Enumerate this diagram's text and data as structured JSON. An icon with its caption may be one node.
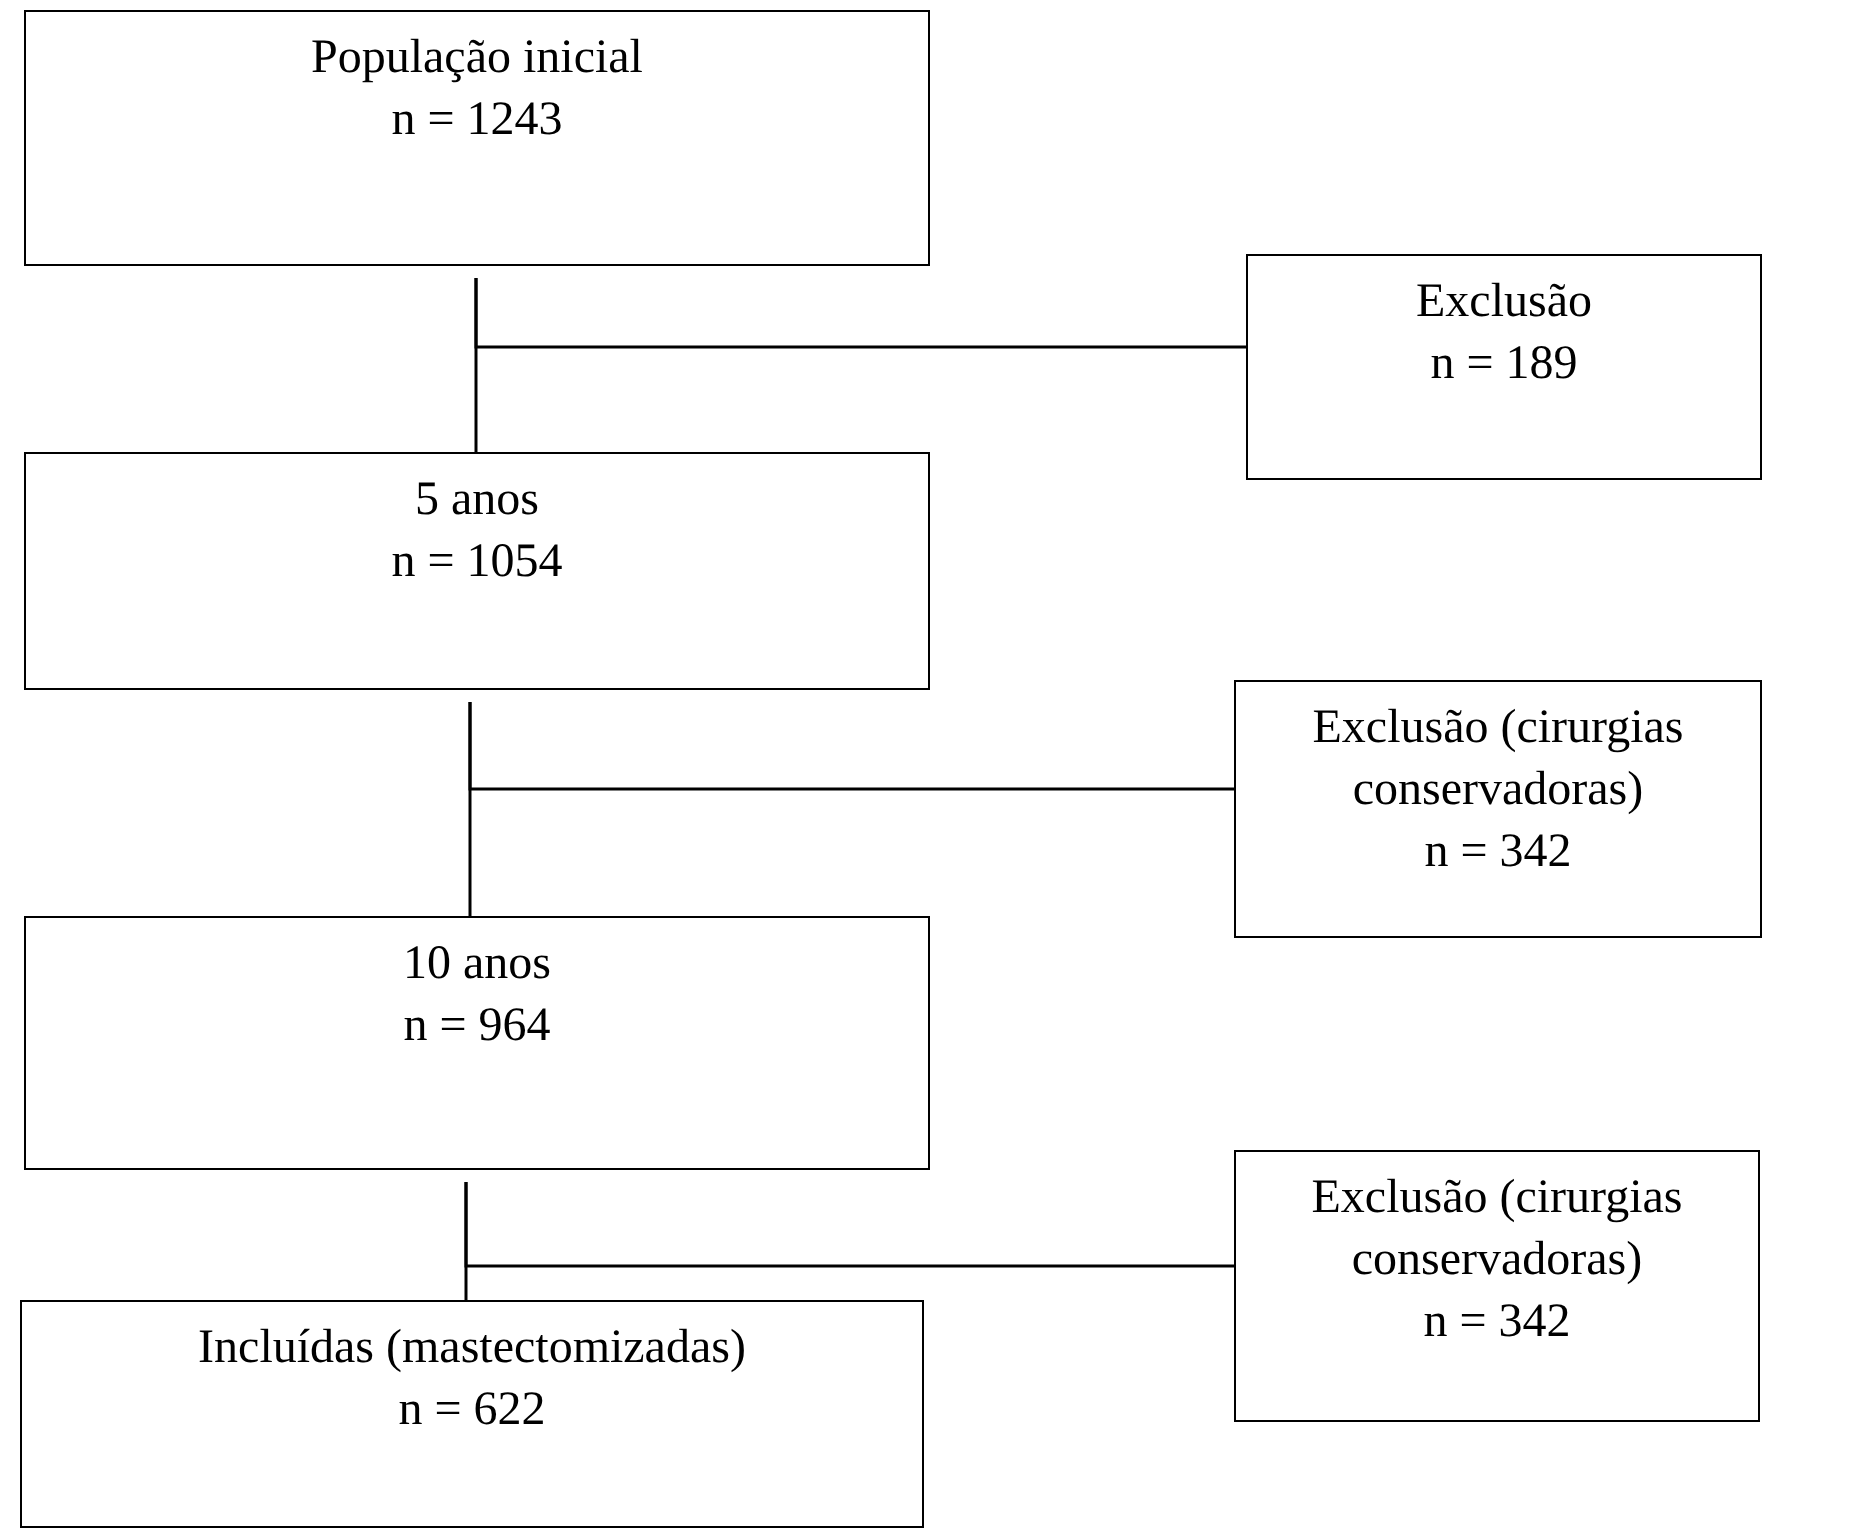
{
  "diagram": {
    "nodes": [
      {
        "text": [
          "População inicial",
          "n = 1243"
        ]
      },
      {
        "text": [
          "Exclusão",
          "n = 189"
        ]
      },
      {
        "text": [
          "5 anos",
          "n = 1054"
        ]
      },
      {
        "text": [
          "Exclusão (cirurgias conservadoras)",
          "n = 342"
        ]
      },
      {
        "text": [
          "10 anos",
          "n = 964"
        ]
      },
      {
        "text": [
          "Exclusão (cirurgias conservadoras)",
          "n = 342"
        ]
      },
      {
        "text": [
          "Incluídas (mastectomizadas)",
          "n = 622"
        ]
      }
    ],
    "edges": [
      {
        "from": 0,
        "to": 2,
        "arrow": "none"
      },
      {
        "from": 0,
        "to": 1,
        "arrow": "none"
      },
      {
        "from": 2,
        "to": 4,
        "arrow": "none"
      },
      {
        "from": 2,
        "to": 3,
        "arrow": "none"
      },
      {
        "from": 4,
        "to": 6,
        "arrow": "none"
      },
      {
        "from": 4,
        "to": 5,
        "arrow": "none"
      }
    ]
  }
}
